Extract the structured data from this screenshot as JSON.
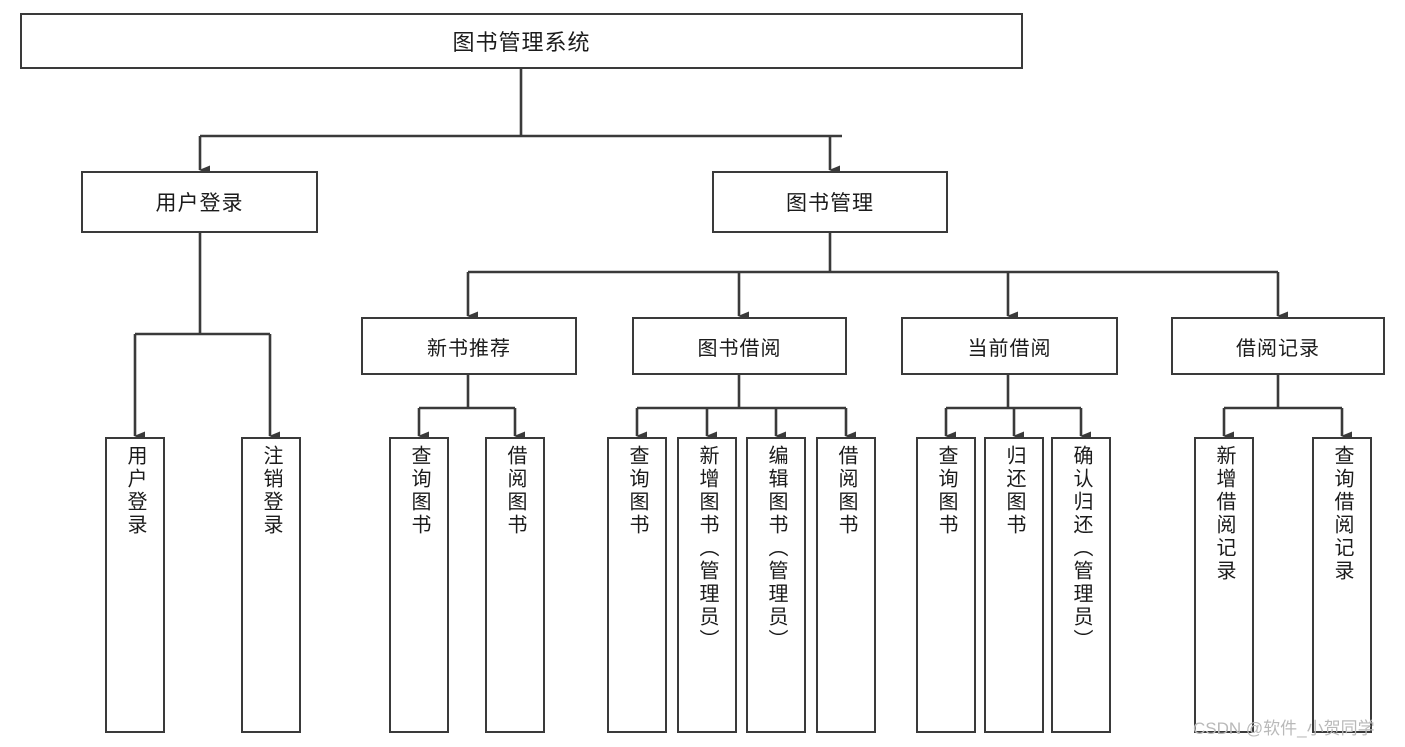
{
  "diagram": {
    "type": "tree",
    "title": "图书管理系统",
    "orientation": "top-down",
    "edge_style": "orthogonal-arrow",
    "colors": {
      "box_border": "#3a3a3a",
      "box_fill": "#ffffff",
      "edge": "#3a3a3a",
      "text": "#1b1b1b",
      "watermark": "#b9b9b9",
      "background": "#ffffff"
    }
  },
  "root": {
    "label": "图书管理系统"
  },
  "level2": [
    {
      "label": "用户登录"
    },
    {
      "label": "图书管理"
    }
  ],
  "level3": [
    {
      "label": "新书推荐"
    },
    {
      "label": "图书借阅"
    },
    {
      "label": "当前借阅"
    },
    {
      "label": "借阅记录"
    }
  ],
  "leaves": {
    "user_login": [
      {
        "label": "用户登录"
      },
      {
        "label": "注销登录"
      }
    ],
    "new_book_recommend": [
      {
        "label": "查询图书"
      },
      {
        "label": "借阅图书"
      }
    ],
    "book_borrow": [
      {
        "label": "查询图书"
      },
      {
        "label": "新增图书（管理员）"
      },
      {
        "label": "编辑图书（管理员）"
      },
      {
        "label": "借阅图书"
      }
    ],
    "current_borrow": [
      {
        "label": "查询图书"
      },
      {
        "label": "归还图书"
      },
      {
        "label": "确认归还（管理员）"
      }
    ],
    "borrow_record": [
      {
        "label": "新增借阅记录"
      },
      {
        "label": "查询借阅记录"
      }
    ]
  },
  "watermark": {
    "text": "CSDN @软件_小贺同学"
  }
}
